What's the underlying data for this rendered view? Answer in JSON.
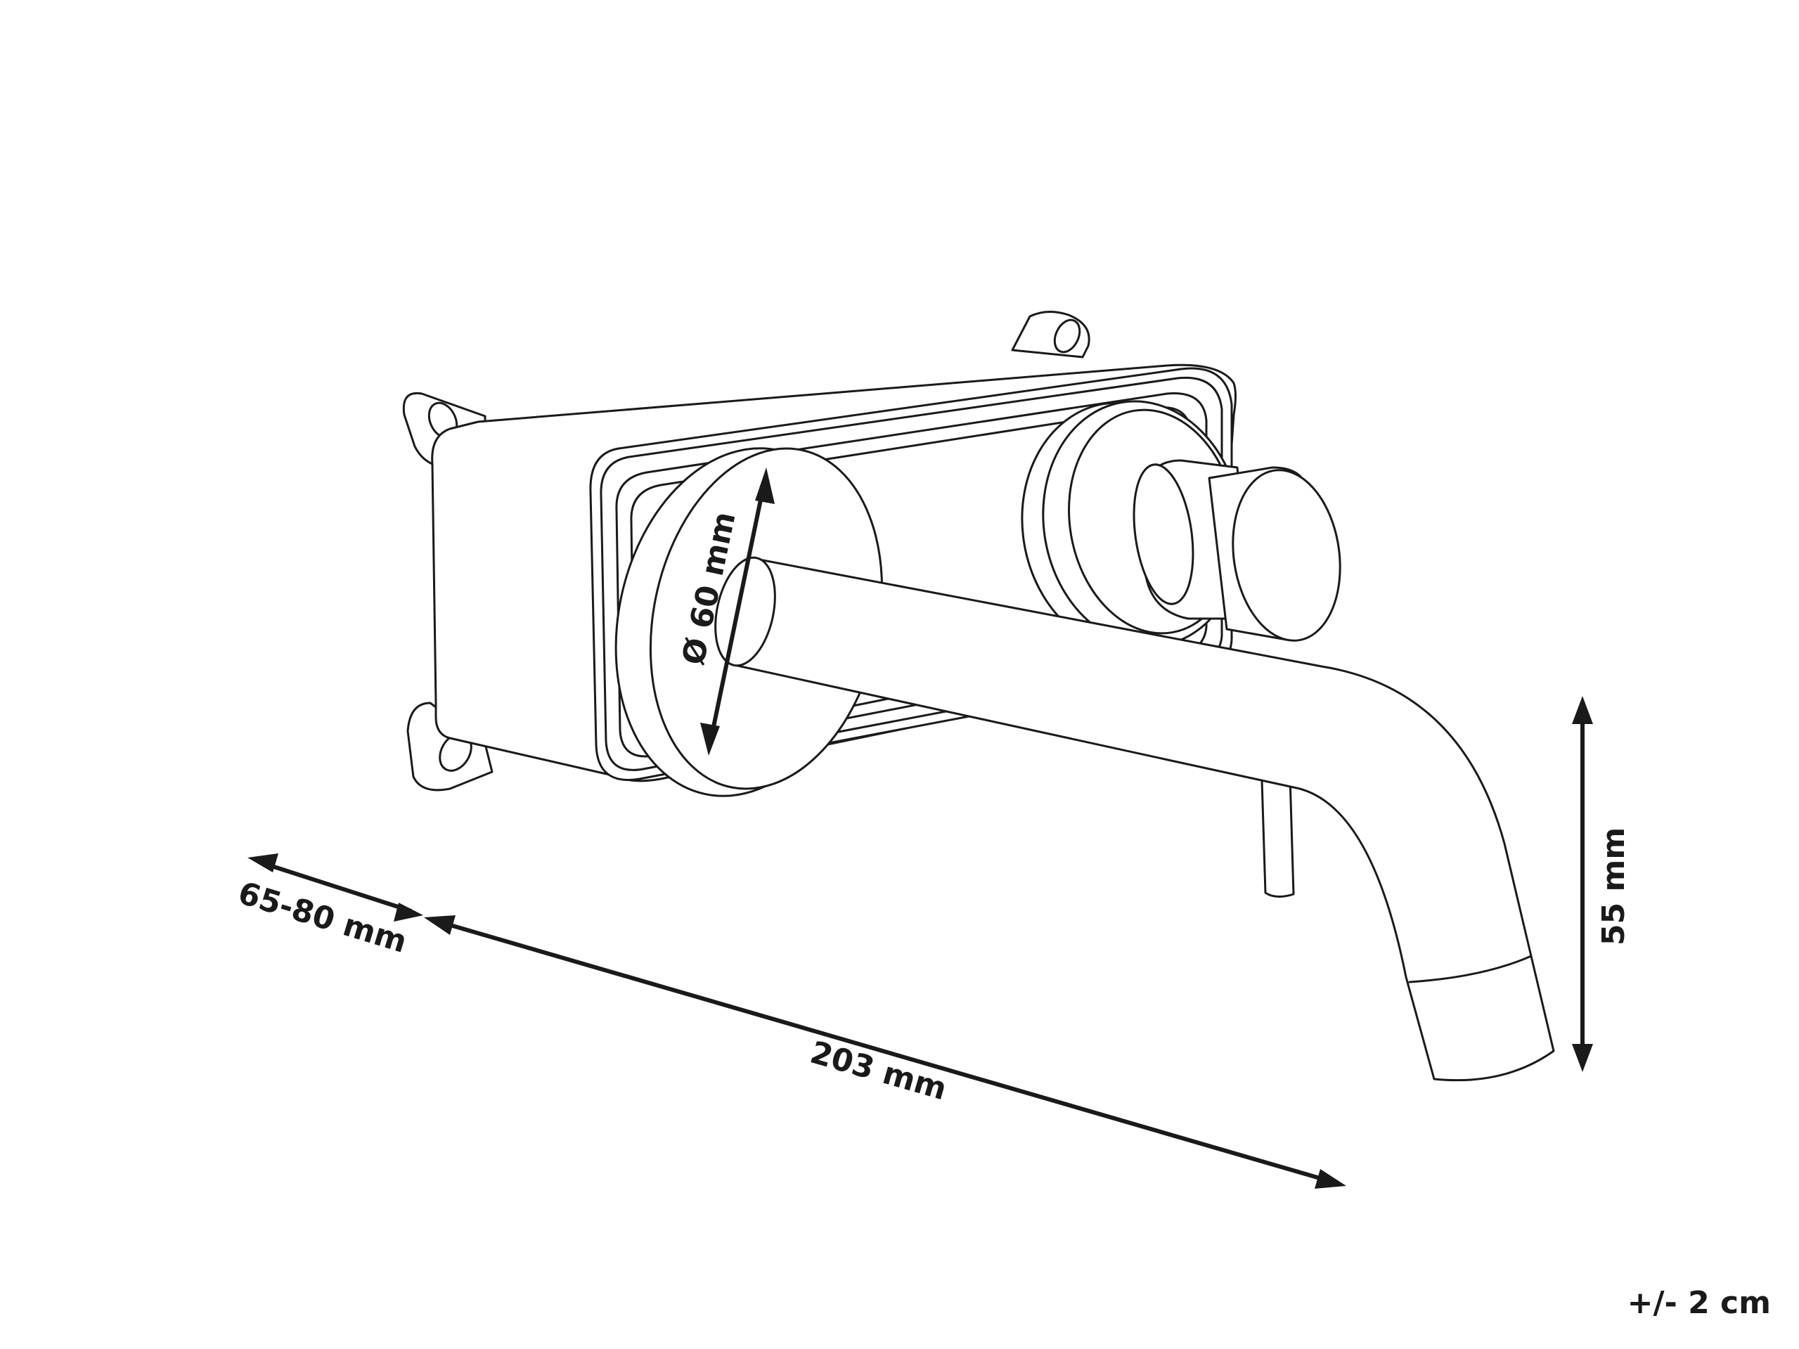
{
  "diagram": {
    "dimensions": {
      "diameter": "Ø 60 mm",
      "depth": "65-80 mm",
      "length": "203 mm",
      "height": "55 mm"
    },
    "tolerance": "+/- 2 cm"
  }
}
